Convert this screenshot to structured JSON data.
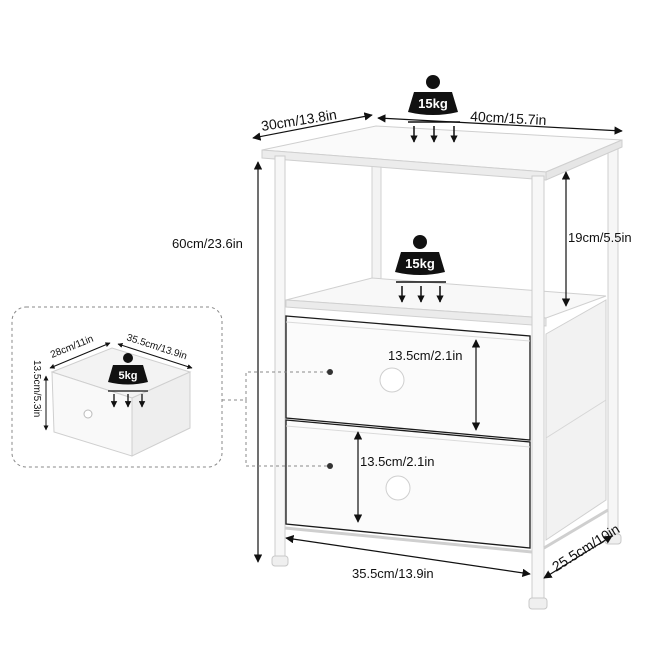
{
  "dimensions": {
    "depth_top": "30cm/13.8in",
    "width_top": "40cm/15.7in",
    "height_total": "60cm/23.6in",
    "shelf_gap": "19cm/5.5in",
    "drawer1_height": "13.5cm/2.1in",
    "drawer2_height": "13.5cm/2.1in",
    "base_width": "35.5cm/13.9in",
    "base_depth": "25.5cm/10in"
  },
  "load": {
    "top": "15kg",
    "shelf": "15kg",
    "drawer": "5kg"
  },
  "drawer_detail": {
    "width": "28cm/11in",
    "depth": "35.5cm/13.9in",
    "height": "13.5cm/5.3in"
  },
  "colors": {
    "ink": "#111111",
    "frame": "#f4f4f4",
    "outline": "#c9c9c9"
  }
}
